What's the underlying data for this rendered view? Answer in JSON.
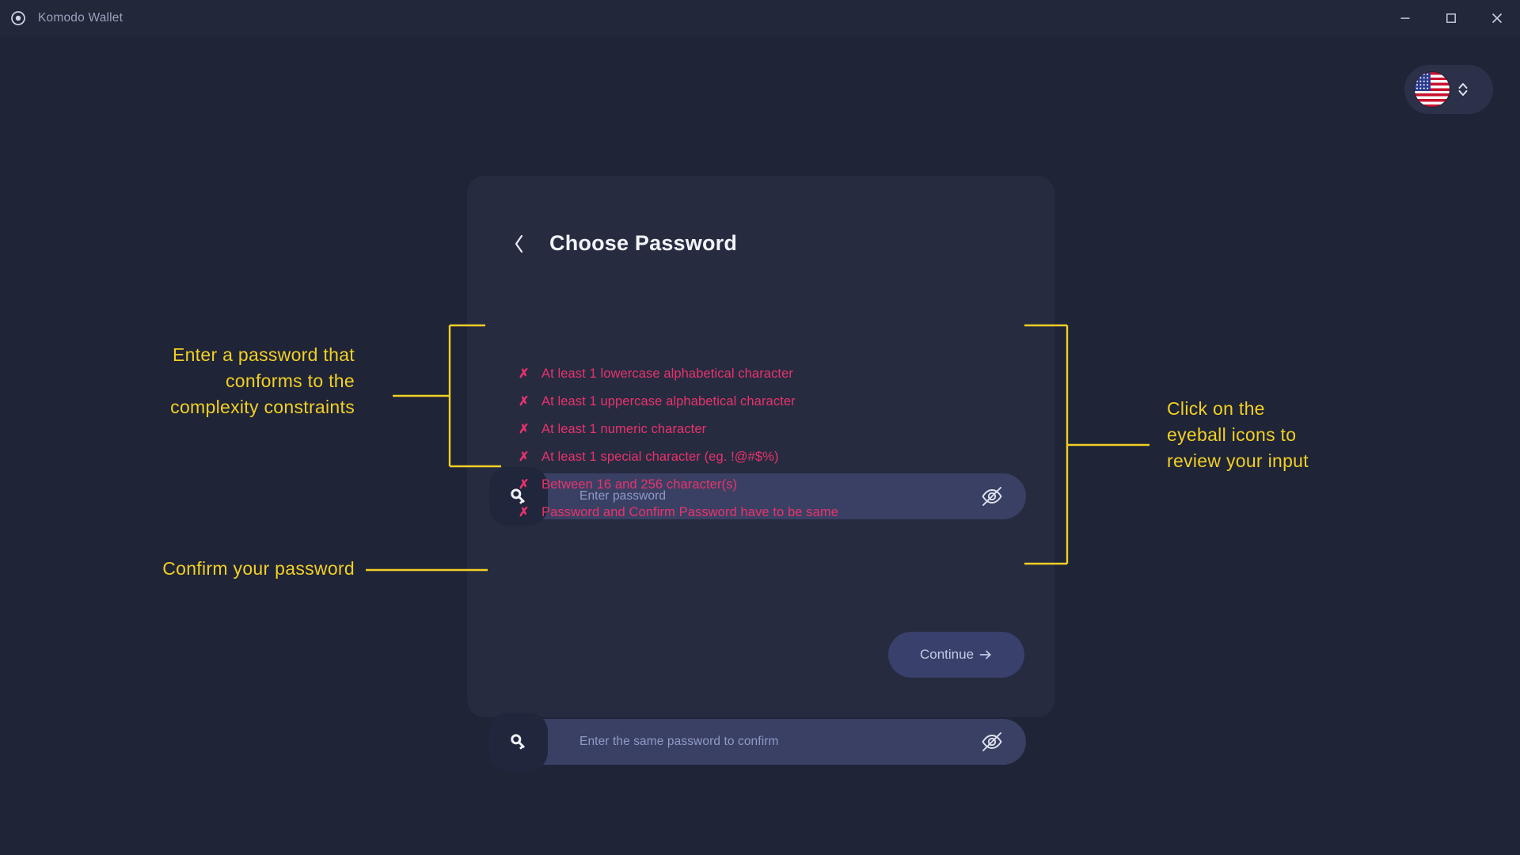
{
  "window": {
    "app_title": "Komodo Wallet",
    "logo_icon": "komodo-circle-logo",
    "controls": {
      "minimize": "minimize-icon",
      "maximize": "maximize-icon",
      "close": "close-icon"
    }
  },
  "language_selector": {
    "flag": "us-flag-icon",
    "chevron": "chevron-up-down-icon"
  },
  "card": {
    "back_icon": "chevron-left-icon",
    "title": "Choose Password",
    "password_field": {
      "icon": "key-icon",
      "placeholder": "Enter password",
      "value": "",
      "toggle_icon": "eye-off-icon"
    },
    "confirm_field": {
      "icon": "key-icon",
      "placeholder": "Enter the same password to confirm",
      "value": "",
      "toggle_icon": "eye-off-icon"
    },
    "rules": [
      {
        "mark": "✗",
        "text": "At least 1 lowercase alphabetical character",
        "satisfied": false
      },
      {
        "mark": "✗",
        "text": "At least 1 uppercase alphabetical character",
        "satisfied": false
      },
      {
        "mark": "✗",
        "text": "At least 1 numeric character",
        "satisfied": false
      },
      {
        "mark": "✗",
        "text": "At least 1 special character (eg. !@#$%)",
        "satisfied": false
      },
      {
        "mark": "✗",
        "text": "Between 16 and 256 character(s)",
        "satisfied": false
      },
      {
        "mark": "✗",
        "text": "Password and Confirm Password have to be same",
        "satisfied": false
      }
    ],
    "continue_button": {
      "label": "Continue",
      "arrow_icon": "arrow-right-icon"
    }
  },
  "annotations": {
    "left_top": "Enter a password that\nconforms to the\ncomplexity constraints",
    "left_bottom": "Confirm your password",
    "right": "Click on the\neyeball icons to\nreview your input"
  },
  "colors": {
    "background": "#1f2437",
    "titlebar": "#222739",
    "card": "#262b40",
    "field": "#3a4063",
    "error": "#e8336c",
    "annotation": "#f2d024",
    "button": "#39406b"
  }
}
